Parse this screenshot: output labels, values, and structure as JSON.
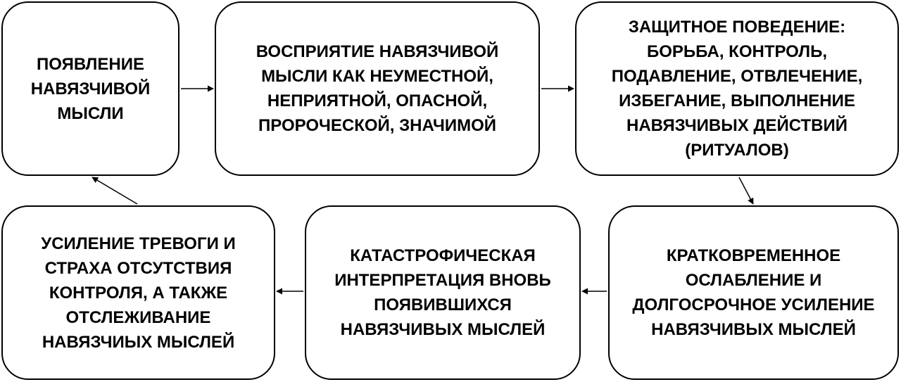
{
  "nodes": {
    "appearance": "ПОЯВЛЕНИЕ\nНАВЯЗЧИВОЙ\nМЫСЛИ",
    "perception": "ВОСПРИЯТИЕ НАВЯЗЧИВОЙ\nМЫСЛИ КАК НЕУМЕСТНОЙ,\nНЕПРИЯТНОЙ, ОПАСНОЙ,\nПРОРОЧЕСКОЙ, ЗНАЧИМОЙ",
    "defense": "ЗАЩИТНОЕ ПОВЕДЕНИЕ:\nБОРЬБА, КОНТРОЛЬ,\nПОДАВЛЕНИЕ, ОТВЛЕЧЕНИЕ,\nИЗБЕГАНИЕ, ВЫПОЛНЕНИЕ\nНАВЯЗЧИВЫХ ДЕЙСТВИЙ\n(РИТУАЛОВ)",
    "relief": "КРАТКОВРЕМЕННОЕ\nОСЛАБЛЕНИЕ И\nДОЛГОСРОЧНОЕ УСИЛЕНИЕ\nНАВЯЗЧИВЫХ МЫСЛЕЙ",
    "catastrophic": "КАТАСТРОФИЧЕСКАЯ\nИНТЕРПРЕТАЦИЯ ВНОВЬ\nПОЯВИВШИХСЯ\nНАВЯЗЧИВЫХ МЫСЛЕЙ",
    "anxiety": "УСИЛЕНИЕ ТРЕВОГИ И\nСТРАХА ОТСУТСТВИЯ\nКОНТРОЛЯ, А ТАКЖЕ\nОТСЛЕЖИВАНИЕ\nНАВЯЗЧИЫХ МЫСЛЕЙ"
  },
  "edges": [
    {
      "from": "appearance",
      "to": "perception"
    },
    {
      "from": "perception",
      "to": "defense"
    },
    {
      "from": "defense",
      "to": "relief"
    },
    {
      "from": "relief",
      "to": "catastrophic"
    },
    {
      "from": "catastrophic",
      "to": "anxiety"
    },
    {
      "from": "anxiety",
      "to": "appearance"
    }
  ]
}
